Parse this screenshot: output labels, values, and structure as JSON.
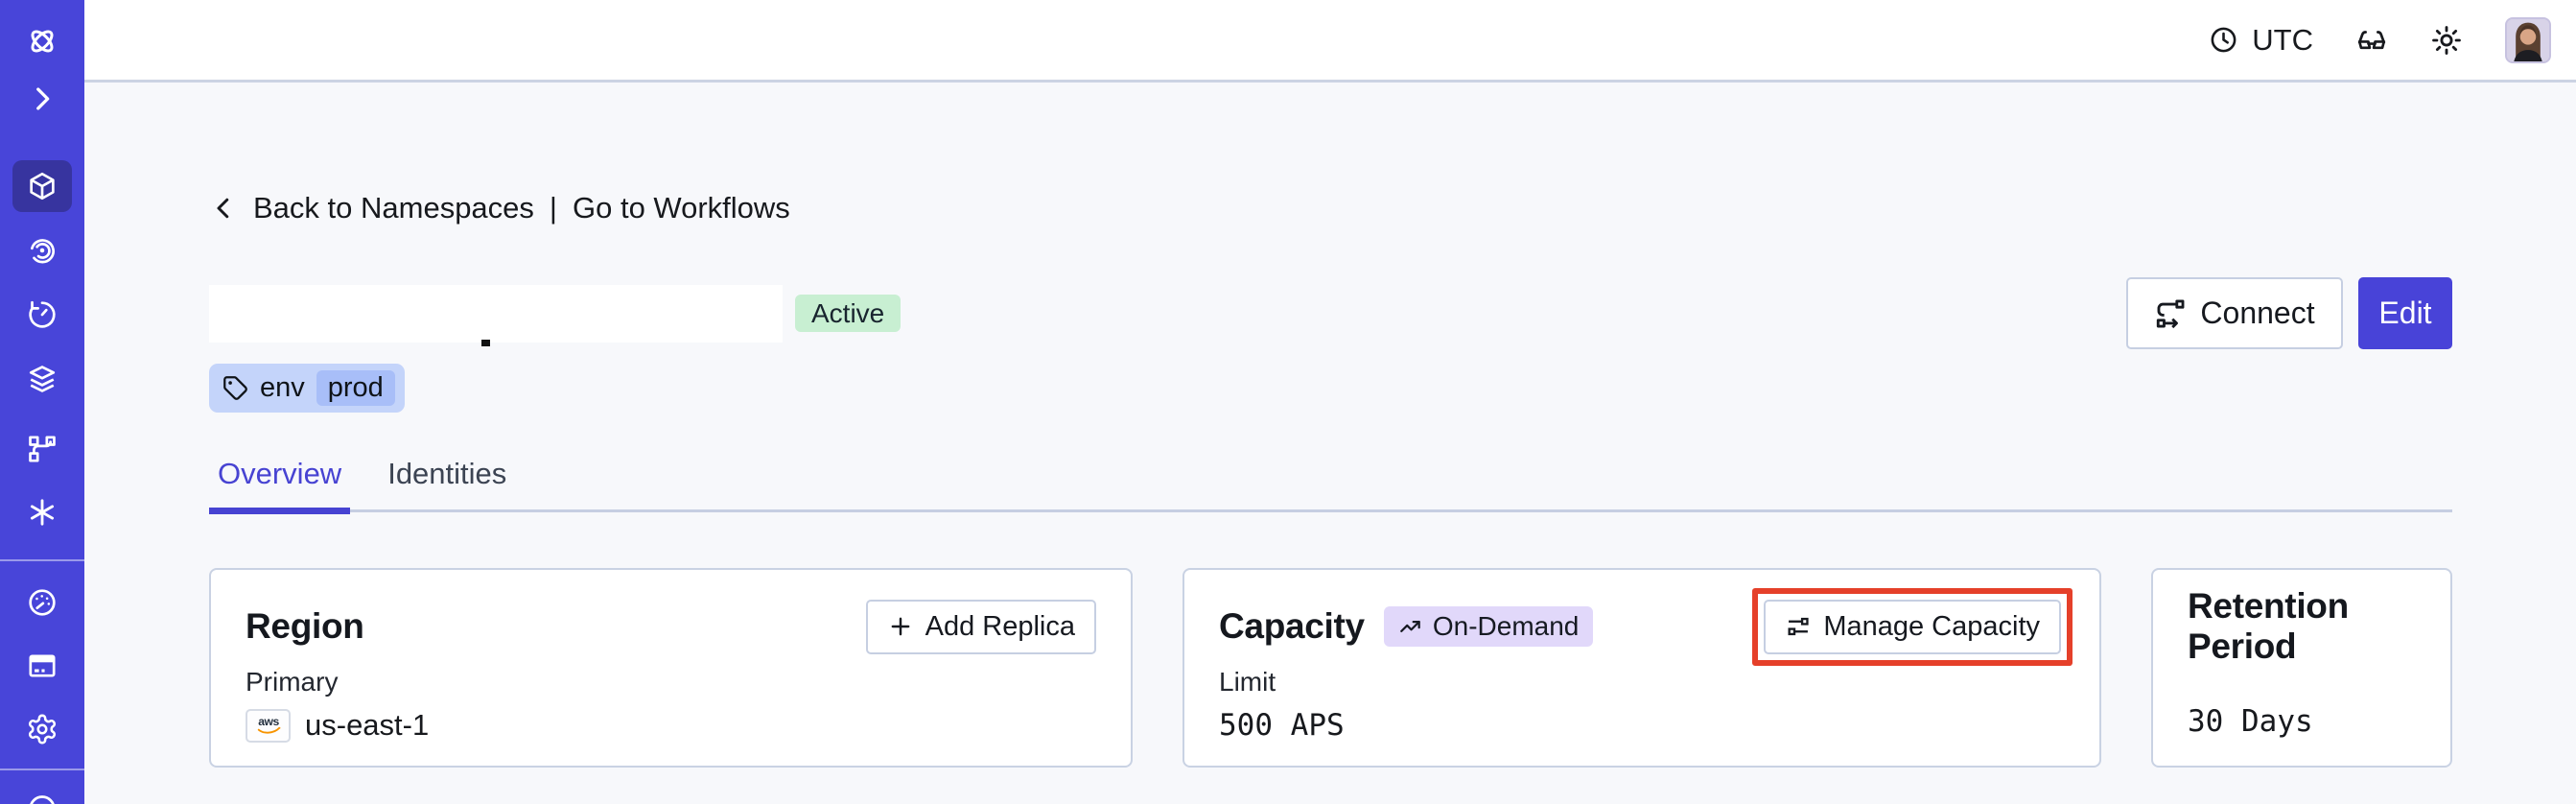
{
  "colors": {
    "sidebar_bg": "#4845d9",
    "sidebar_active_bg": "#37349f",
    "accent_indigo": "#4843d8",
    "active_badge_bg": "#c8efd2",
    "ondemand_badge_bg": "#e1d8fa",
    "tag_chip_bg": "#c4d4fa",
    "tag_value_bg": "#a8bef8",
    "annotation_red": "#e5402a",
    "page_bg": "#f7f8fb",
    "card_border": "#c9d2e3"
  },
  "sidebar": {
    "icons": [
      "temporal-logo-icon",
      "expand-chevron-icon",
      "namespaces-cube-icon",
      "nexus-spiral-icon",
      "schedules-history-icon",
      "deployments-layers-icon",
      "workflows-branch-icon",
      "batch-asterisk-icon",
      "usage-gauge-icon",
      "billing-card-icon",
      "settings-gear-icon",
      "support-circle-icon"
    ]
  },
  "topbar": {
    "timezone": "UTC",
    "icons": [
      "clock-icon",
      "glasses-icon",
      "sun-icon",
      "user-avatar"
    ]
  },
  "breadcrumb": {
    "back": "Back to Namespaces",
    "separator": "|",
    "workflows": "Go to Workflows"
  },
  "namespace": {
    "status": "Active",
    "tag_key": "env",
    "tag_value": "prod"
  },
  "actions": {
    "connect": "Connect",
    "edit": "Edit"
  },
  "tabs": [
    {
      "label": "Overview",
      "active": true
    },
    {
      "label": "Identities",
      "active": false
    }
  ],
  "cards": {
    "region": {
      "title": "Region",
      "button": "Add Replica",
      "label": "Primary",
      "provider": "aws",
      "value": "us-east-1"
    },
    "capacity": {
      "title": "Capacity",
      "badge": "On-Demand",
      "button": "Manage Capacity",
      "label": "Limit",
      "value": "500 APS"
    },
    "retention": {
      "title": "Retention Period",
      "value": "30 Days"
    }
  }
}
